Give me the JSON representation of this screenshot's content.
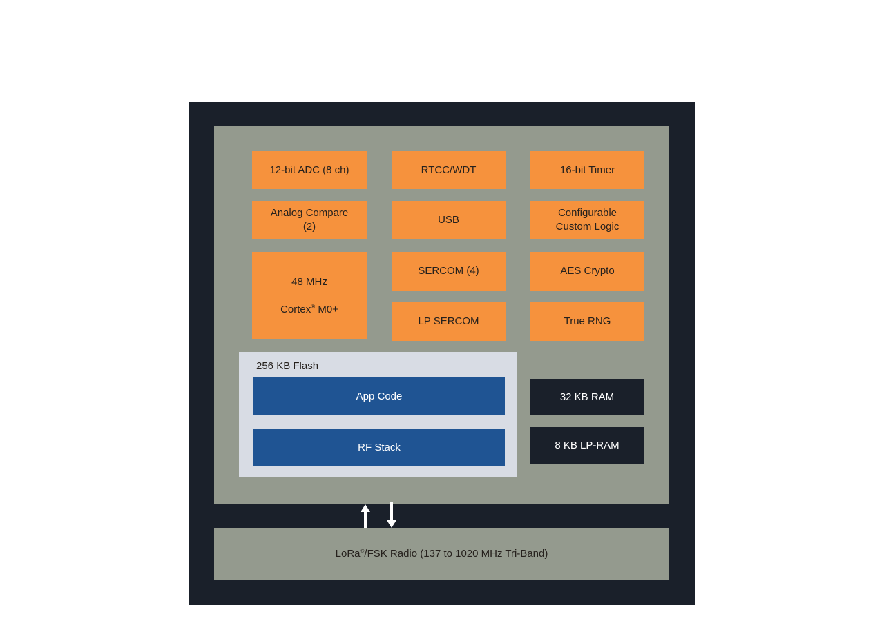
{
  "colors": {
    "package_outline": "#1A202A",
    "mcu_region_bg": "#949A8E",
    "peripheral_block": "#F6923D",
    "flash_region_bg": "#D8DCE4",
    "code_bar_blue": "#1F5493",
    "ram_block_bg": "#1A202A",
    "text_dark": "#26211D",
    "text_light": "#FFFFFF",
    "arrow": "#FFFFFF",
    "page_bg": "#FFFFFF"
  },
  "peripherals": {
    "adc": "12-bit ADC (8 ch)",
    "analog_compare": "Analog Compare\n(2)",
    "rtcc_wdt": "RTCC/WDT",
    "usb": "USB",
    "sercom": "SERCOM (4)",
    "lp_sercom": "LP SERCOM",
    "timer": "16-bit Timer",
    "custom_logic": "Configurable\nCustom Logic",
    "aes": "AES Crypto",
    "trng": "True RNG"
  },
  "cpu": {
    "line1": "48 MHz",
    "line2_pre": "Cortex",
    "line2_reg": "®",
    "line2_post": " M0+"
  },
  "flash": {
    "title": "256 KB Flash",
    "app_bar": "App Code",
    "rf_bar": "RF Stack"
  },
  "ram": {
    "ram32": "32 KB RAM",
    "lpram8": "8 KB LP-RAM"
  },
  "radio": {
    "pre": "LoRa",
    "reg": "®",
    "post": "/FSK Radio (137 to 1020 MHz Tri-Band)"
  }
}
